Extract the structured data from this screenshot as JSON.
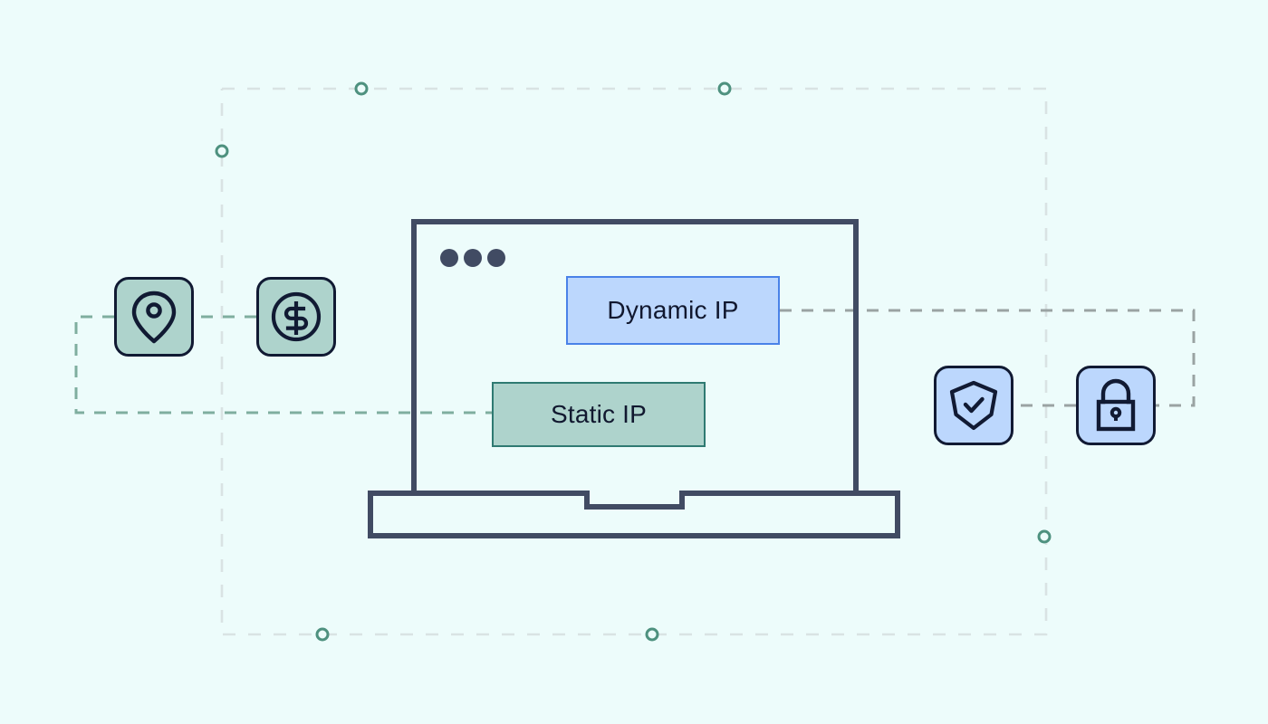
{
  "diagram": {
    "title": "Static IP vs Dynamic IP network diagram",
    "background_color": "#edfcfb"
  },
  "device": {
    "name": "laptop",
    "window_dots_count": 3,
    "frame_color": "#414b63"
  },
  "nodes": [
    {
      "id": "dynamic-ip",
      "label": "Dynamic IP",
      "fill": "#bcd7fd",
      "border": "#4a82e8",
      "text_color": "#11182f"
    },
    {
      "id": "static-ip",
      "label": "Static IP",
      "fill": "#aed3cc",
      "border": "#2f7a72",
      "text_color": "#11182f"
    }
  ],
  "icons": [
    {
      "id": "location",
      "icon": "map-pin-icon",
      "fill": "#aed3cc",
      "stroke": "#111a33"
    },
    {
      "id": "cost",
      "icon": "dollar-circle-icon",
      "fill": "#aed3cc",
      "stroke": "#111a33"
    },
    {
      "id": "security",
      "icon": "shield-check-icon",
      "fill": "#bcd7fd",
      "stroke": "#111a33"
    },
    {
      "id": "privacy",
      "icon": "lock-icon",
      "fill": "#bcd7fd",
      "stroke": "#111a33"
    }
  ],
  "connectors": {
    "static_path_color": "#7fae9f",
    "dynamic_path_color": "#9aa3a3",
    "outer_frame_color": "#d9e3e3",
    "marker_color": "#4e917f",
    "marker_count": 6
  }
}
